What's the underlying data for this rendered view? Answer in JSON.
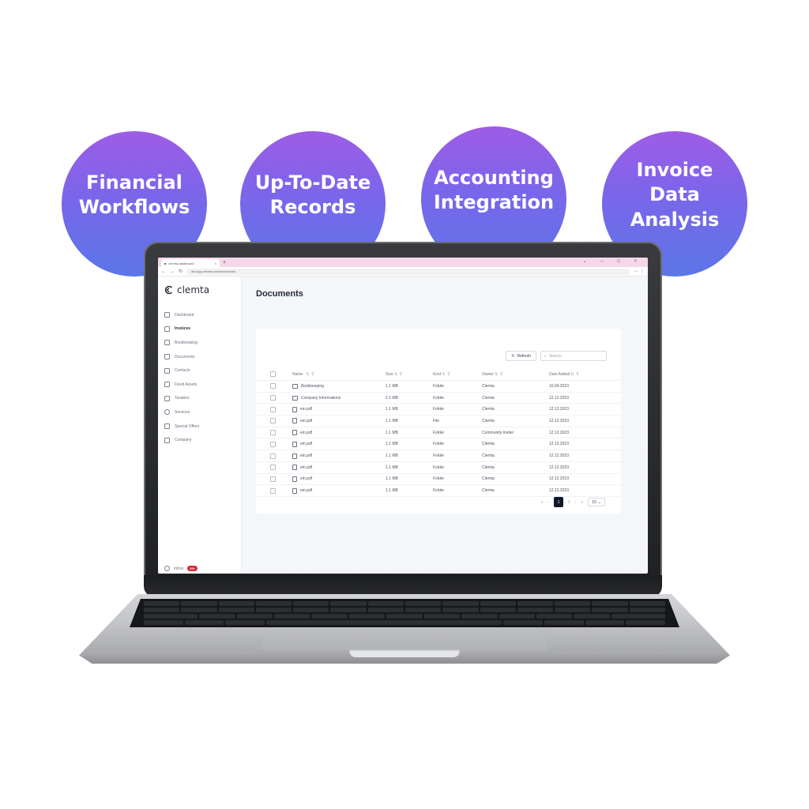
{
  "features": [
    {
      "label": "Financial\nWorkflows"
    },
    {
      "label": "Up-To-Date\nRecords"
    },
    {
      "label": "Accounting\nIntegration"
    },
    {
      "label": "Invoice Data\nAnalysis"
    }
  ],
  "browser": {
    "tab_title": "clemta-dashboard",
    "url": "dev.app.clemta.com/documents"
  },
  "app": {
    "logo": "clemta",
    "page_title": "Documents",
    "nav": [
      {
        "label": "Dashboard",
        "icon": "monitor-icon"
      },
      {
        "label": "Invoices",
        "icon": "file-icon"
      },
      {
        "label": "Bookkeeping",
        "icon": "ledger-icon"
      },
      {
        "label": "Documents",
        "icon": "folder-icon"
      },
      {
        "label": "Contacts",
        "icon": "users-icon"
      },
      {
        "label": "Fixed Assets",
        "icon": "asset-icon"
      },
      {
        "label": "Taxation",
        "icon": "chart-icon"
      },
      {
        "label": "Services",
        "icon": "gear-icon"
      },
      {
        "label": "Special Offers",
        "icon": "gift-icon"
      },
      {
        "label": "Company",
        "icon": "building-icon"
      }
    ],
    "inbox": {
      "label": "Inbox",
      "badge": "99+"
    },
    "toolbar": {
      "refresh_label": "Refresh",
      "search_placeholder": "Search"
    },
    "table": {
      "columns": [
        "Name",
        "Size",
        "Kind",
        "Owner",
        "Date Added"
      ],
      "rows": [
        {
          "name": "Bookkeeping",
          "type": "folder",
          "size": "1.1 MB",
          "kind": "Folder",
          "owner": "Clemta",
          "date": "10.04.2023"
        },
        {
          "name": "Company Informations",
          "type": "folder",
          "size": "2.1 MB",
          "kind": "Folder",
          "owner": "Clemta",
          "date": "12.12.2023"
        },
        {
          "name": "ein.pdf",
          "type": "file",
          "size": "1.1 MB",
          "kind": "Folder",
          "owner": "Clemta",
          "date": "12.12.2023"
        },
        {
          "name": "ein.pdf",
          "type": "file",
          "size": "1.1 MB",
          "kind": "File",
          "owner": "Clemta",
          "date": "12.12.2023"
        },
        {
          "name": "ein.pdf",
          "type": "file",
          "size": "1.1 MB",
          "kind": "Folder",
          "owner": "Community Inviter",
          "date": "12.12.2023"
        },
        {
          "name": "ein.pdf",
          "type": "file",
          "size": "1.1 MB",
          "kind": "Folder",
          "owner": "Clemta",
          "date": "12.12.2023"
        },
        {
          "name": "ein.pdf",
          "type": "file",
          "size": "1.1 MB",
          "kind": "Folder",
          "owner": "Clemta",
          "date": "12.12.2023"
        },
        {
          "name": "ein.pdf",
          "type": "file",
          "size": "1.1 MB",
          "kind": "Folder",
          "owner": "Clemta",
          "date": "12.12.2023"
        },
        {
          "name": "ein.pdf",
          "type": "file",
          "size": "1.1 MB",
          "kind": "Folder",
          "owner": "Clemta",
          "date": "12.12.2023"
        },
        {
          "name": "ein.pdf",
          "type": "file",
          "size": "1.1 MB",
          "kind": "Folder",
          "owner": "Clemta",
          "date": "12.12.2023"
        }
      ]
    },
    "pagination": {
      "current": "1",
      "next": "2",
      "per_page": "10"
    }
  },
  "colors": {
    "bubble_top": "#9f5ce6",
    "bubble_bottom": "#5b76e8",
    "badge": "#dc2637",
    "active_page": "#111827"
  }
}
